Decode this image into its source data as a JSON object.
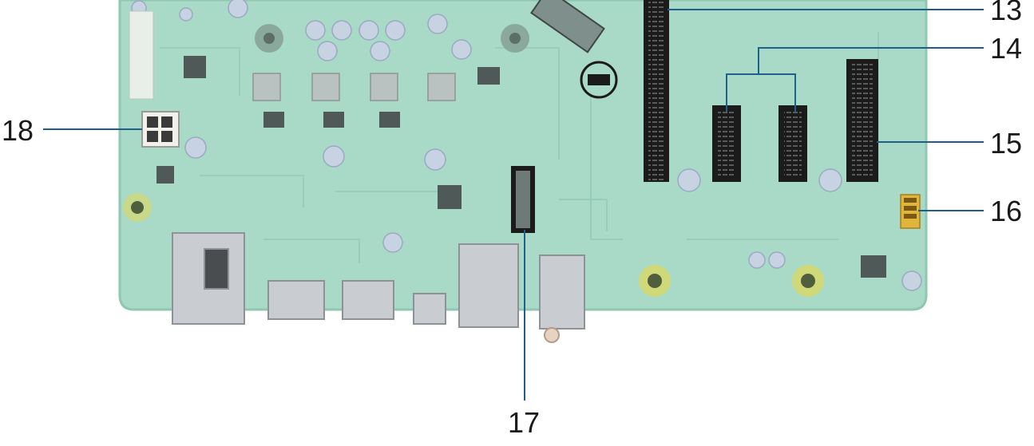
{
  "diagram": {
    "callouts": [
      {
        "id": "13",
        "label": "13"
      },
      {
        "id": "14",
        "label": "14"
      },
      {
        "id": "15",
        "label": "15"
      },
      {
        "id": "16",
        "label": "16"
      },
      {
        "id": "17",
        "label": "17"
      },
      {
        "id": "18",
        "label": "18"
      }
    ],
    "colors": {
      "board": "#a9d9c7",
      "board_dark": "#8fc7b1",
      "slot": "#1b1b1b",
      "leader": "#1e5f8c",
      "metal": "#c9ccd0",
      "capacitor": "#c7d3e3"
    }
  }
}
